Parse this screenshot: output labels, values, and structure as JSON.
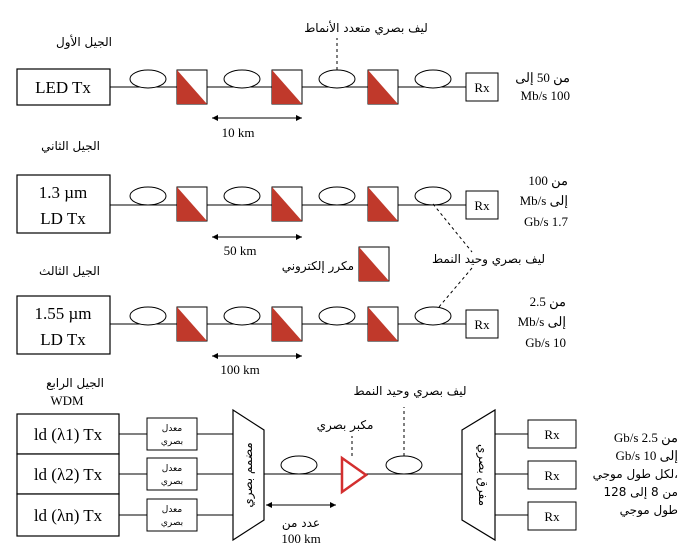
{
  "gen1": {
    "title": "الجيل الأول",
    "tx": "LED Tx",
    "spacing": "10 km",
    "fiber_label": "ليف بصري متعدد الأنماط",
    "rate_line1": "من 50 إلى",
    "rate_line2": "Mb/s 100"
  },
  "gen2": {
    "title": "الجيل الثاني",
    "tx_line1": "1.3  µm",
    "tx_line2": "LD Tx",
    "spacing": "50 km",
    "rate_line1": "100  من",
    "rate_line2": "Mb/s إلى",
    "rate_line3": "Gb/s 1.7"
  },
  "gen3": {
    "title": "الجيل الثالث",
    "tx_line1": "1.55  µm",
    "tx_line2": "LD Tx",
    "spacing": "100 km",
    "rate_line1": "2.5  من",
    "rate_line2": "Mb/s إلى",
    "rate_line3": "Gb/s 10"
  },
  "legend": {
    "repeater": "مكرر إلكتروني",
    "single_mode": "ليف بصري وحيد النمط"
  },
  "gen4": {
    "title": "الجيل الرابع",
    "subtitle": "WDM",
    "tx": [
      "ld (λ1) Tx",
      "ld (λ2) Tx",
      "ld (λn) Tx"
    ],
    "modulator_line1": "معدل",
    "modulator_line2": "بصري",
    "mux": "مضمم بصري",
    "demux": "مفرق بصري",
    "amplifier": "مكبر بصري",
    "single_mode": "ليف بصري وحيد النمط",
    "spacing_line1": "عدد من",
    "spacing_line2": "100 km",
    "rx": "Rx",
    "rate_lines": [
      "Gb/s 2.5  من",
      "Gb/s 10 إلى",
      "لكل طول موجي،",
      "من 8 إلى 128",
      "طول موجي"
    ]
  },
  "rx": "Rx",
  "colors": {
    "repeater_fill": "#c0392b",
    "amplifier": "#d32f2f"
  }
}
